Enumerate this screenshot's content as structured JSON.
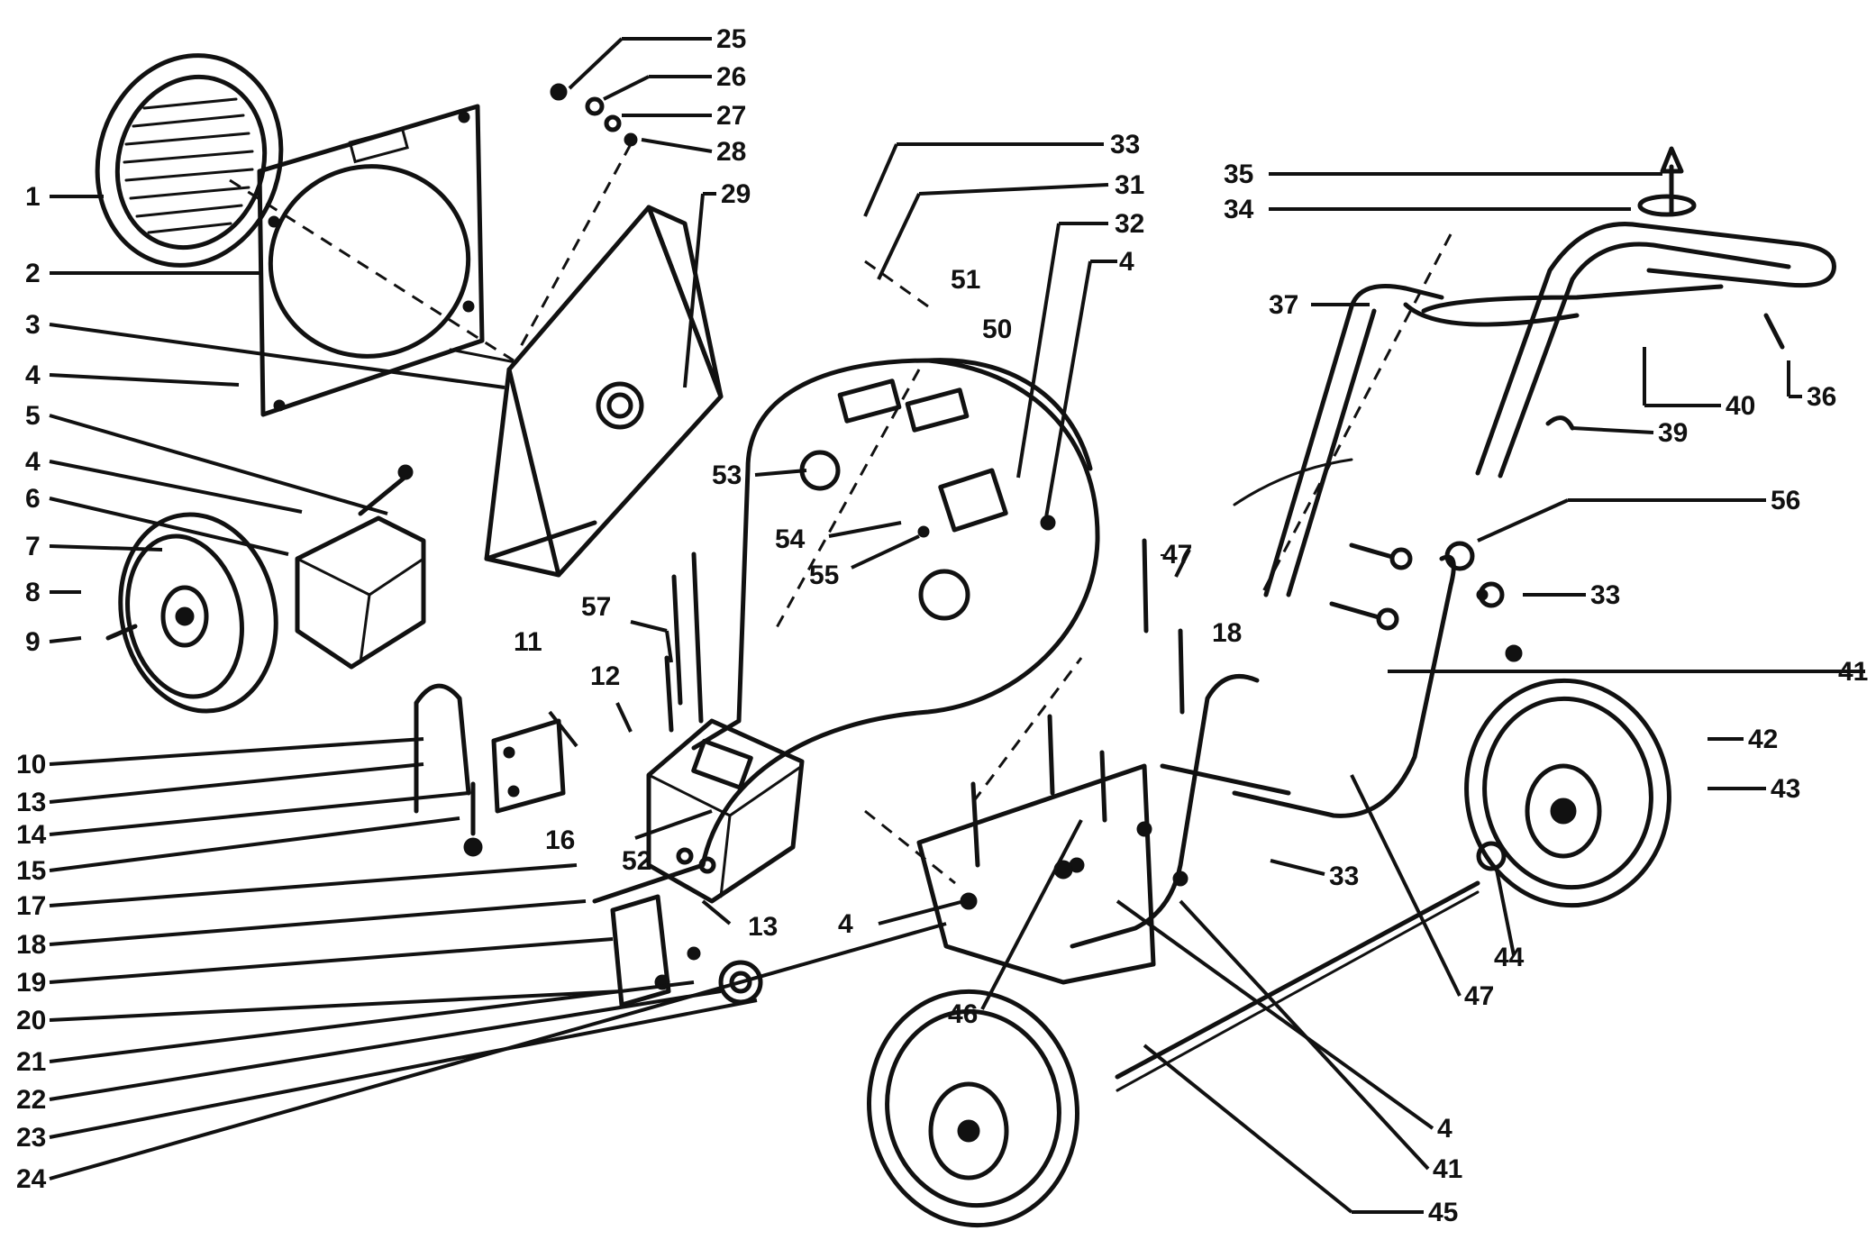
{
  "labels_left": [
    "1",
    "2",
    "3",
    "4",
    "5",
    "4",
    "6",
    "7",
    "8",
    "9",
    "10",
    "13",
    "14",
    "15",
    "16",
    "17",
    "18",
    "19",
    "20",
    "21",
    "22",
    "23",
    "24"
  ],
  "labels_top": [
    "25",
    "26",
    "27",
    "28",
    "29",
    "33",
    "31",
    "32",
    "4",
    "51",
    "50",
    "53",
    "54",
    "55",
    "57",
    "11",
    "12",
    "52",
    "13",
    "4",
    "46"
  ],
  "labels_right": [
    "35",
    "34",
    "37",
    "36",
    "40",
    "39",
    "56",
    "33",
    "47",
    "18",
    "41",
    "42",
    "43",
    "44",
    "47",
    "4",
    "41",
    "45",
    "33"
  ],
  "labels_inner": {
    "l52": "52",
    "l4_mid": "4"
  }
}
